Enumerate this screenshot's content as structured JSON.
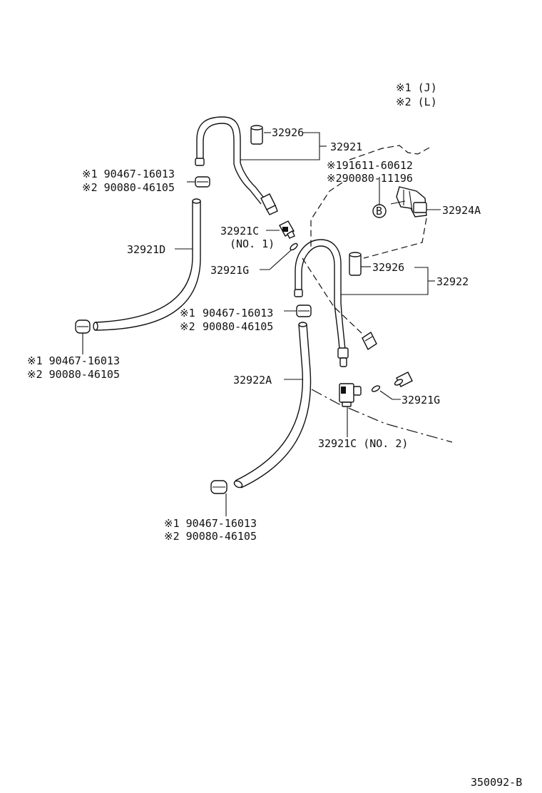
{
  "legend": {
    "note1": "※1 (J)",
    "note2": "※2 (L)"
  },
  "labels": {
    "p32926_a": "32926",
    "p32921": "32921",
    "clamp_top_1": "※1 90467-16013",
    "clamp_top_2": "※2 90080-46105",
    "clip_1": "※191611-60612",
    "clip_2": "※290080-11196",
    "callout_b": "B",
    "p32924A": "32924A",
    "p32921C_no1": "32921C",
    "p32921C_no1_sub": "(NO. 1)",
    "p32921D": "32921D",
    "p32921G_a": "32921G",
    "p32926_b": "32926",
    "p32922": "32922",
    "clamp_mid_1a": "※1",
    "clamp_mid_1b": "90467-16013",
    "clamp_mid_2a": "※2",
    "clamp_mid_2b": "90080-46105",
    "clamp_left_1": "※1 90467-16013",
    "clamp_left_2": "※2 90080-46105",
    "p32922A": "32922A",
    "p32921G_b": "32921G",
    "p32921C_no2": "32921C (NO. 2)",
    "clamp_bottom_1": "※1 90467-16013",
    "clamp_bottom_2": "※2 90080-46105",
    "diagram_id": "350092-B"
  }
}
